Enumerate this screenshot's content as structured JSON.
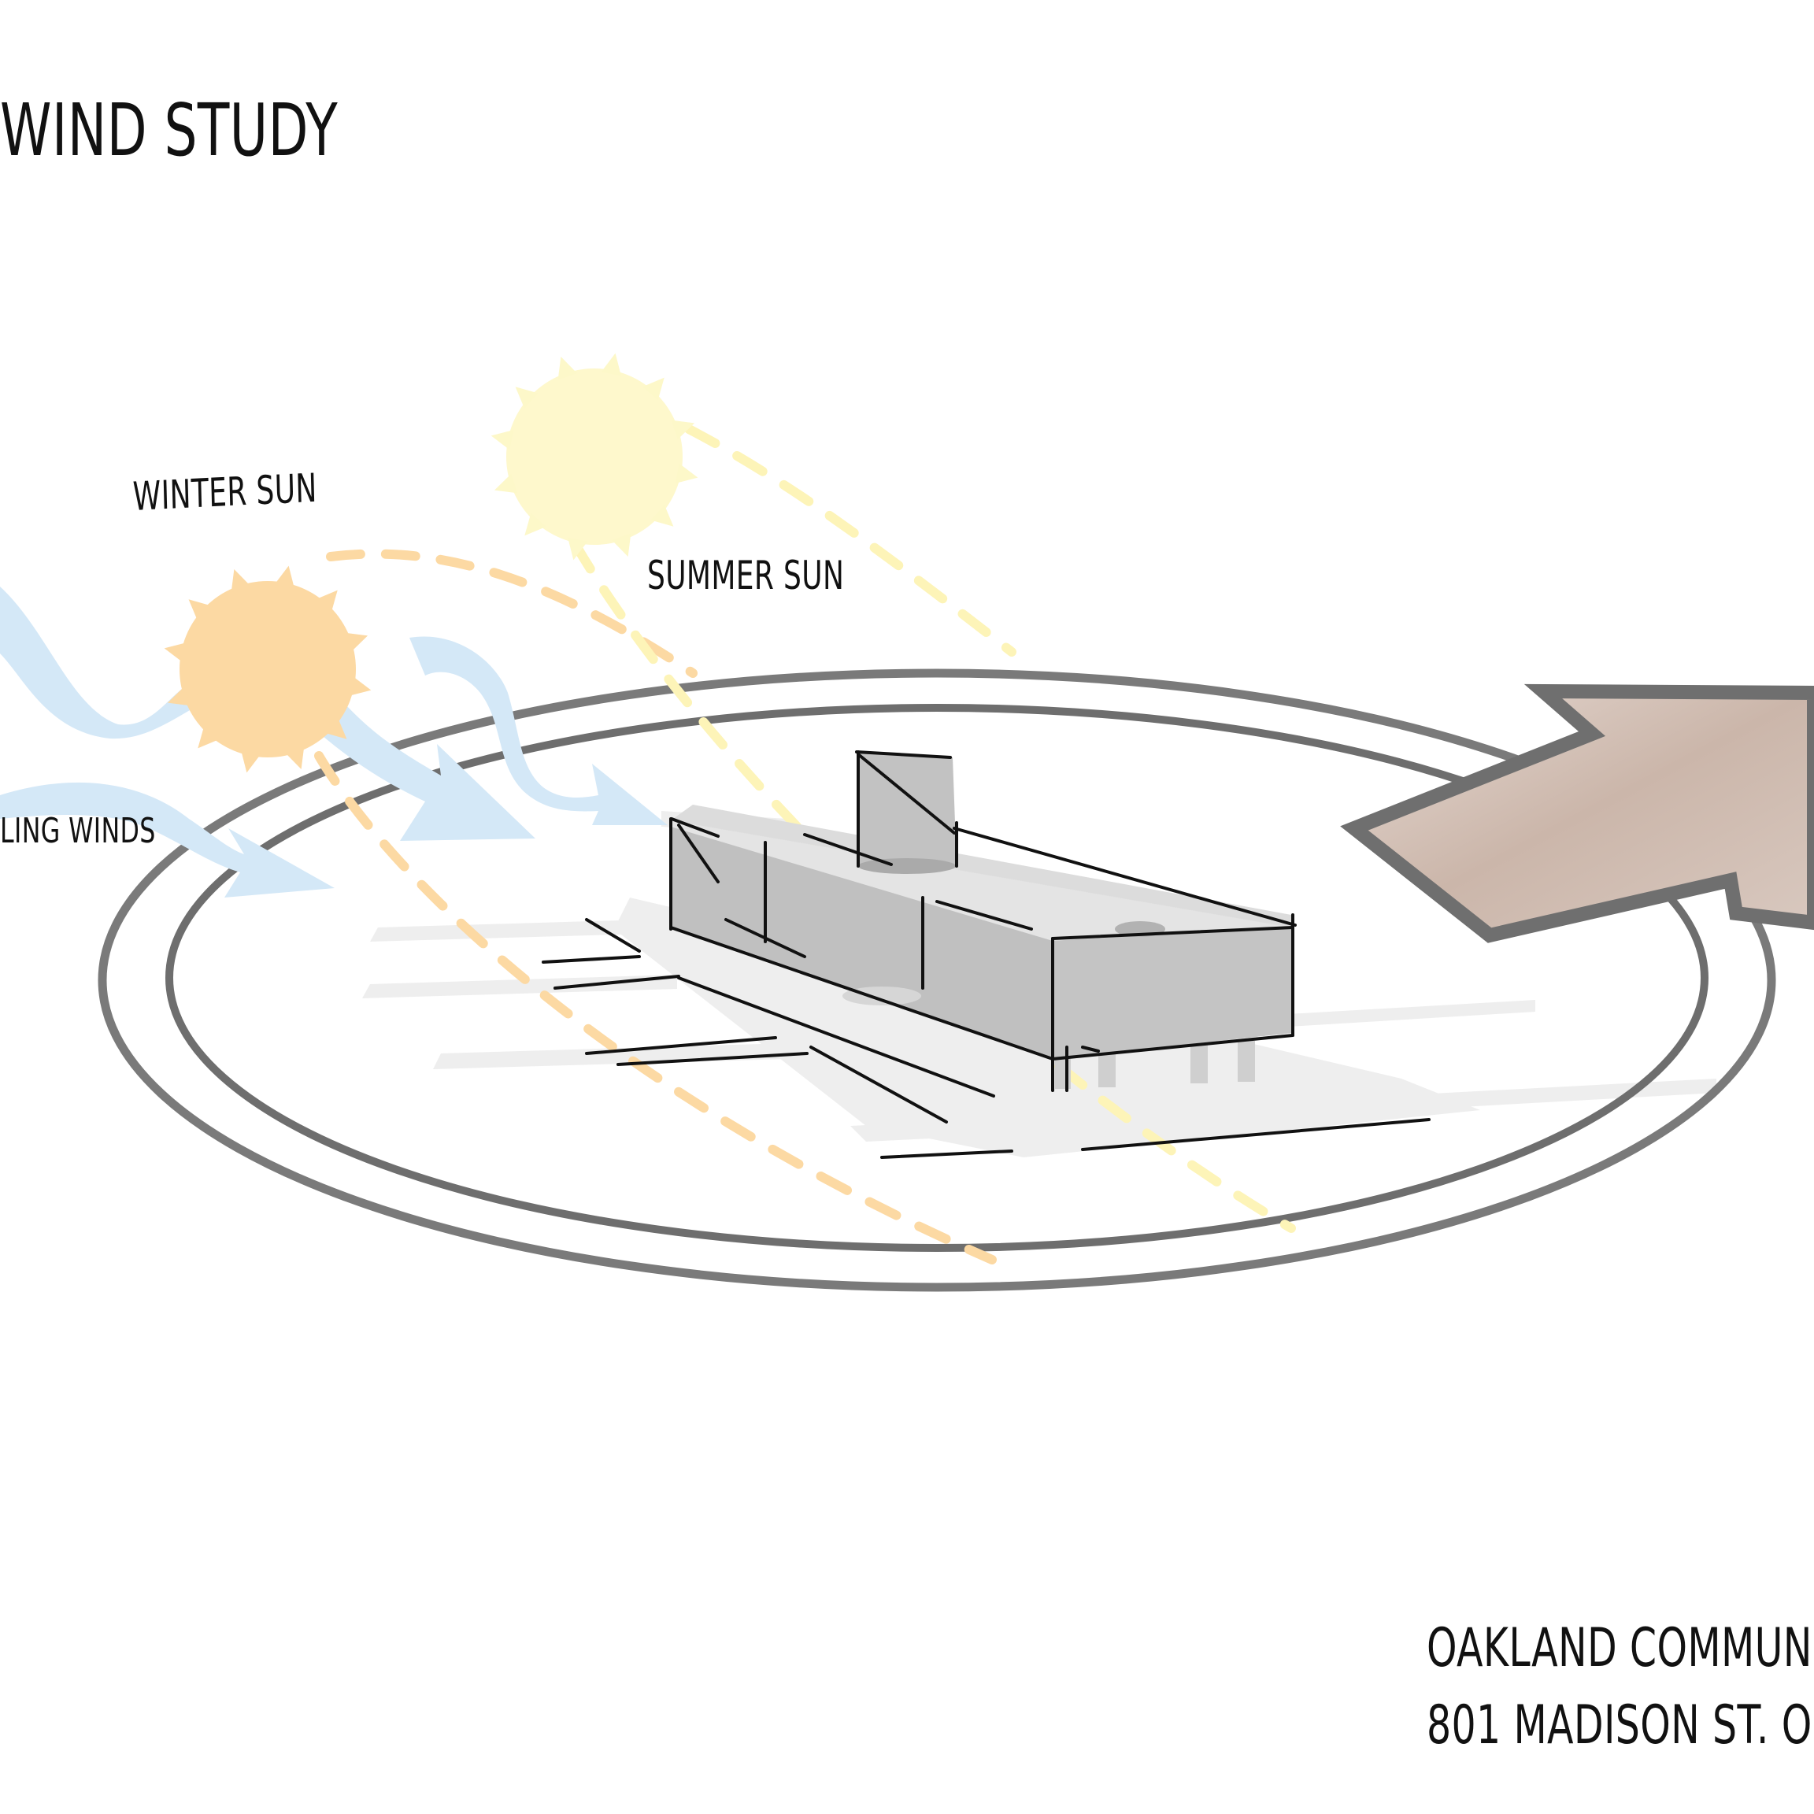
{
  "diagram": {
    "title": "WIND STUDY",
    "labels": {
      "winter_sun": "WINTER SUN",
      "summer_sun": "SUMMER SUN",
      "prevailing_winds": "LING WINDS"
    },
    "project": {
      "name": "OAKLAND COMMUN",
      "address": "801 MADISON ST. O"
    },
    "colors": {
      "winter_sun": "#fcd9a3",
      "summer_sun": "#fdf8c9",
      "wind": "#d4e8f7",
      "site_ring": "#777777",
      "building": "#bdbdbd",
      "north_arrow": "#c9b3a6",
      "ink": "#111111"
    }
  }
}
